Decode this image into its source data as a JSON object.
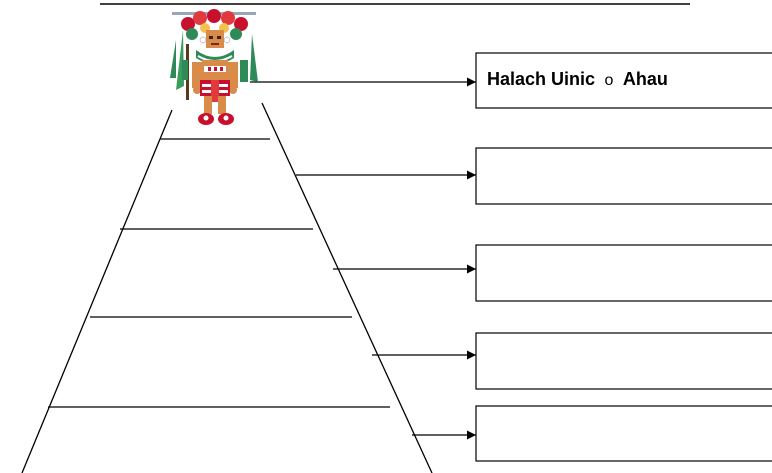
{
  "diagram": {
    "boxes": [
      {
        "title": "Halach Uinic",
        "connector": "o",
        "subtitle": "Ahau"
      },
      {
        "title": "",
        "connector": "",
        "subtitle": ""
      },
      {
        "title": "",
        "connector": "",
        "subtitle": ""
      },
      {
        "title": "",
        "connector": "",
        "subtitle": ""
      },
      {
        "title": "",
        "connector": "",
        "subtitle": ""
      }
    ],
    "line_color": "#000000",
    "figure": {
      "icon": "mayan-ruler-figure-icon",
      "colors": {
        "headdress_red": "#c8102e",
        "feather_green": "#2e8b57",
        "skin": "#d98b4a",
        "bead_white": "#ffffff"
      }
    }
  }
}
